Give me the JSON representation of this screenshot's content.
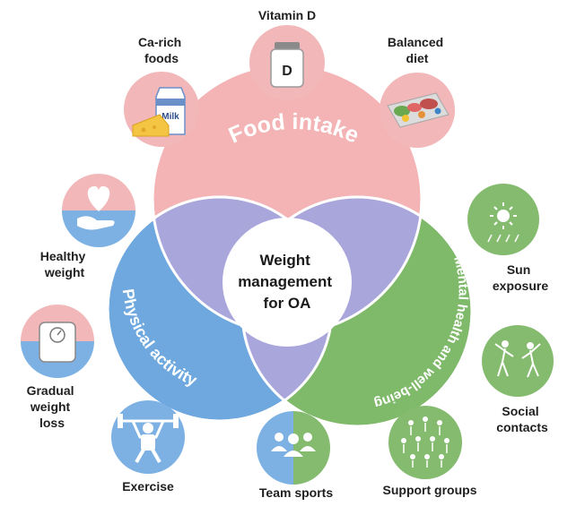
{
  "colors": {
    "food": "#f4b3b5",
    "activity": "#6ea8de",
    "mental": "#7fb96a",
    "overlap": "#a9a6dc",
    "center": "#ffffff",
    "icon_pink": "#f2b7b9",
    "icon_blue": "#7db1e4",
    "icon_green": "#84bb6f"
  },
  "center": {
    "line1": "Weight",
    "line2": "management",
    "line3": "for OA"
  },
  "circles": {
    "food": "Food intake",
    "activity": "Physical activity",
    "mental": "Mental health and well-being"
  },
  "items": {
    "vitamin_d": {
      "label": "Vitamin D",
      "icon": "supplement-bottle-icon",
      "icon_text": "D"
    },
    "ca_rich": {
      "line1": "Ca-rich",
      "line2": "foods",
      "icon": "milk-cheese-icon",
      "icon_text": "Milk"
    },
    "balanced_diet": {
      "line1": "Balanced",
      "line2": "diet",
      "icon": "meal-tray-icon"
    },
    "healthy_weight": {
      "line1": "Healthy",
      "line2": "weight",
      "icon": "heart-hand-icon"
    },
    "gradual_loss": {
      "line1": "Gradual",
      "line2": "weight",
      "line3": "loss",
      "icon": "scale-icon"
    },
    "exercise": {
      "label": "Exercise",
      "icon": "weightlifter-icon"
    },
    "team_sports": {
      "label": "Team sports",
      "icon": "team-icon"
    },
    "support_groups": {
      "label": "Support groups",
      "icon": "people-group-icon"
    },
    "social_contacts": {
      "line1": "Social",
      "line2": "contacts",
      "icon": "dancing-people-icon"
    },
    "sun_exposure": {
      "line1": "Sun",
      "line2": "exposure",
      "icon": "sun-icon"
    }
  }
}
